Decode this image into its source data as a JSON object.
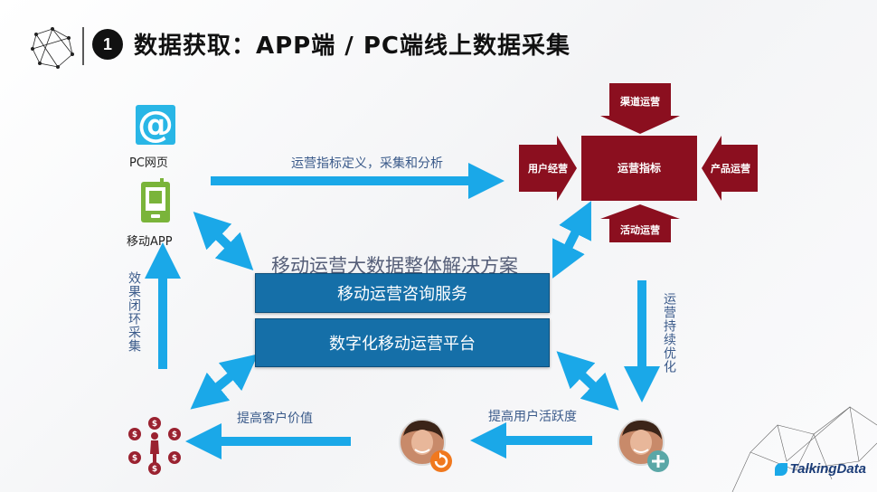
{
  "header": {
    "number": "1",
    "title": "数据获取：APP端 / PC端线上数据采集"
  },
  "sources": {
    "pc_label": "PC网页",
    "app_label": "移动APP",
    "at_glyph": "@"
  },
  "flow": {
    "top_arrow_label": "运营指标定义，采集和分析",
    "left_vertical": "效果闭环采集",
    "right_vertical": "运营持续优化",
    "bottom_left_label": "提高客户价值",
    "bottom_right_label": "提高用户活跃度"
  },
  "solution": {
    "title": "移动运营大数据整体解决方案",
    "bar1": "移动运营咨询服务",
    "bar2": "数字化移动运营平台"
  },
  "metrics": {
    "center": "运营指标",
    "top": "渠道运营",
    "left": "用户经营",
    "right": "产品运营",
    "bottom": "活动运营"
  },
  "brand": "TalkingData",
  "colors": {
    "blue_arrow": "#1aa8e8",
    "bar": "#156fa8",
    "maroon": "#8b0f1f"
  }
}
